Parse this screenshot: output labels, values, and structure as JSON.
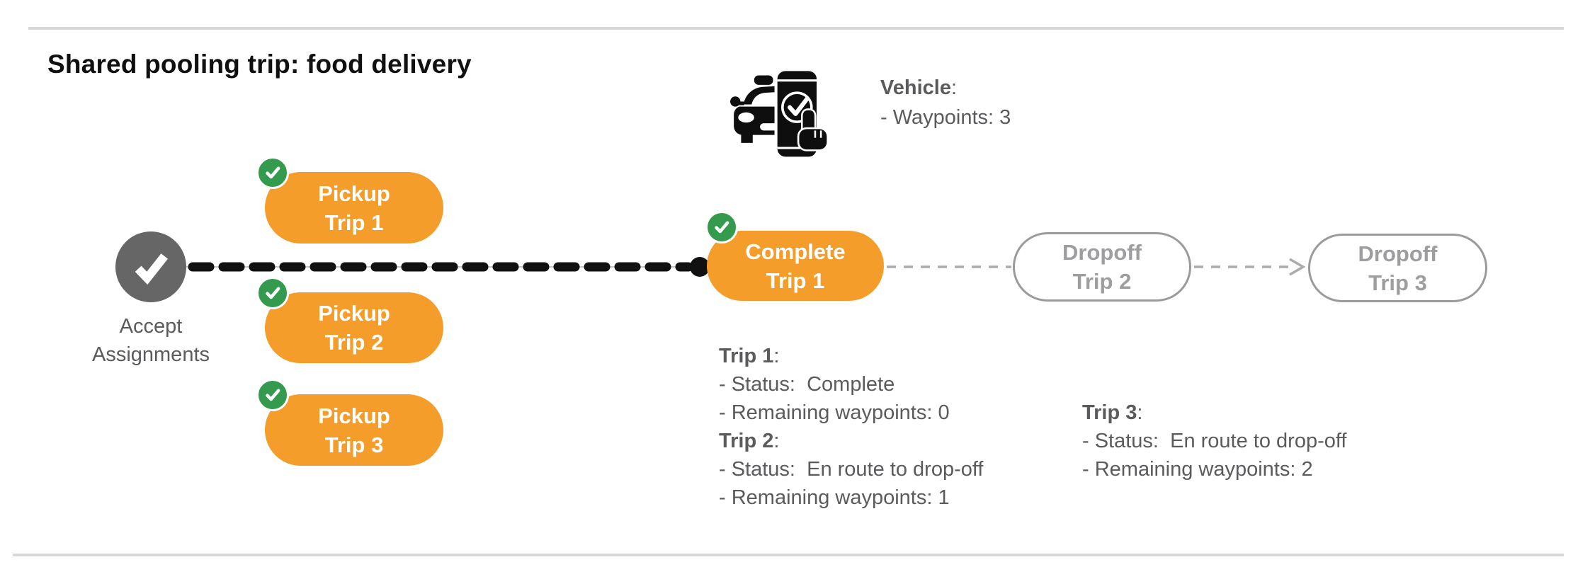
{
  "page": {
    "title": "Shared pooling trip: food delivery"
  },
  "vehicle": {
    "icon": "car-phone-check",
    "heading_bold": "Vehicle",
    "heading_rest": ":",
    "waypoints_line": "- Waypoints: 3"
  },
  "flow": {
    "start": {
      "line1": "Accept",
      "line2": "Assignments"
    },
    "pickups": [
      {
        "line1": "Pickup",
        "line2": "Trip 1"
      },
      {
        "line1": "Pickup",
        "line2": "Trip 2"
      },
      {
        "line1": "Pickup",
        "line2": "Trip 3"
      }
    ],
    "complete": {
      "line1": "Complete",
      "line2": "Trip 1"
    },
    "dropoffs": [
      {
        "line1": "Dropoff",
        "line2": "Trip 2"
      },
      {
        "line1": "Dropoff",
        "line2": "Trip 3"
      }
    ]
  },
  "status_blocks": {
    "left": [
      {
        "heading_bold": "Trip 1",
        "heading_rest": ":",
        "lines": [
          "- Status:  Complete",
          "- Remaining waypoints: 0"
        ]
      },
      {
        "heading_bold": "Trip 2",
        "heading_rest": ":",
        "lines": [
          "- Status:  En route to drop-off",
          "- Remaining waypoints: 1"
        ]
      }
    ],
    "right": [
      {
        "heading_bold": "Trip 3",
        "heading_rest": ":",
        "lines": [
          "- Status:  En route to drop-off",
          "- Remaining waypoints: 2"
        ]
      }
    ]
  },
  "colors": {
    "orange": "#F49D2A",
    "green": "#349A4D",
    "node_gray": "#666666",
    "text_gray": "#5B5B5E",
    "outline_gray": "#9B9B9B",
    "connector_gray": "#ABABAB",
    "dash_black": "#111111",
    "rule_gray": "#D7D7D7"
  }
}
